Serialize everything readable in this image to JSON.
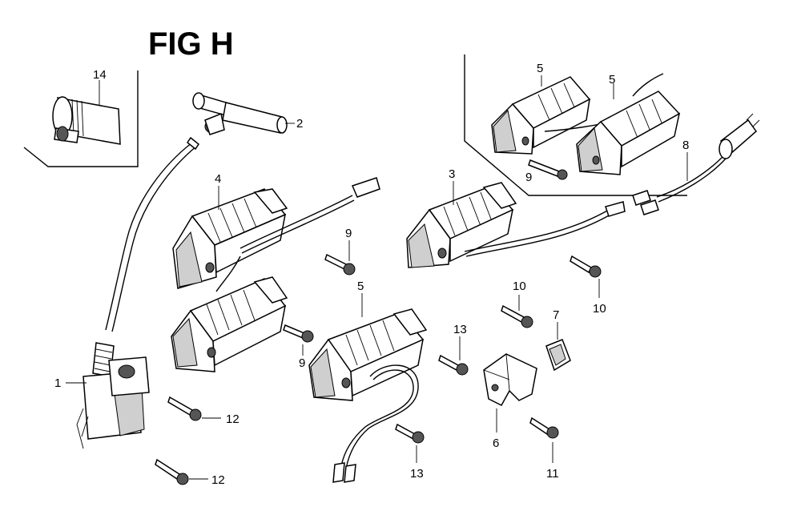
{
  "title": "FIG H",
  "labels": {
    "l1": "1",
    "l2": "2",
    "l3": "3",
    "l4": "4",
    "l5a": "5",
    "l5b": "5",
    "l5c": "5",
    "l6": "6",
    "l7": "7",
    "l8": "8",
    "l9a": "9",
    "l9b": "9",
    "l9c": "9",
    "l10a": "10",
    "l10b": "10",
    "l11": "11",
    "l12a": "12",
    "l12b": "12",
    "l13a": "13",
    "l13b": "13",
    "l14": "14"
  }
}
